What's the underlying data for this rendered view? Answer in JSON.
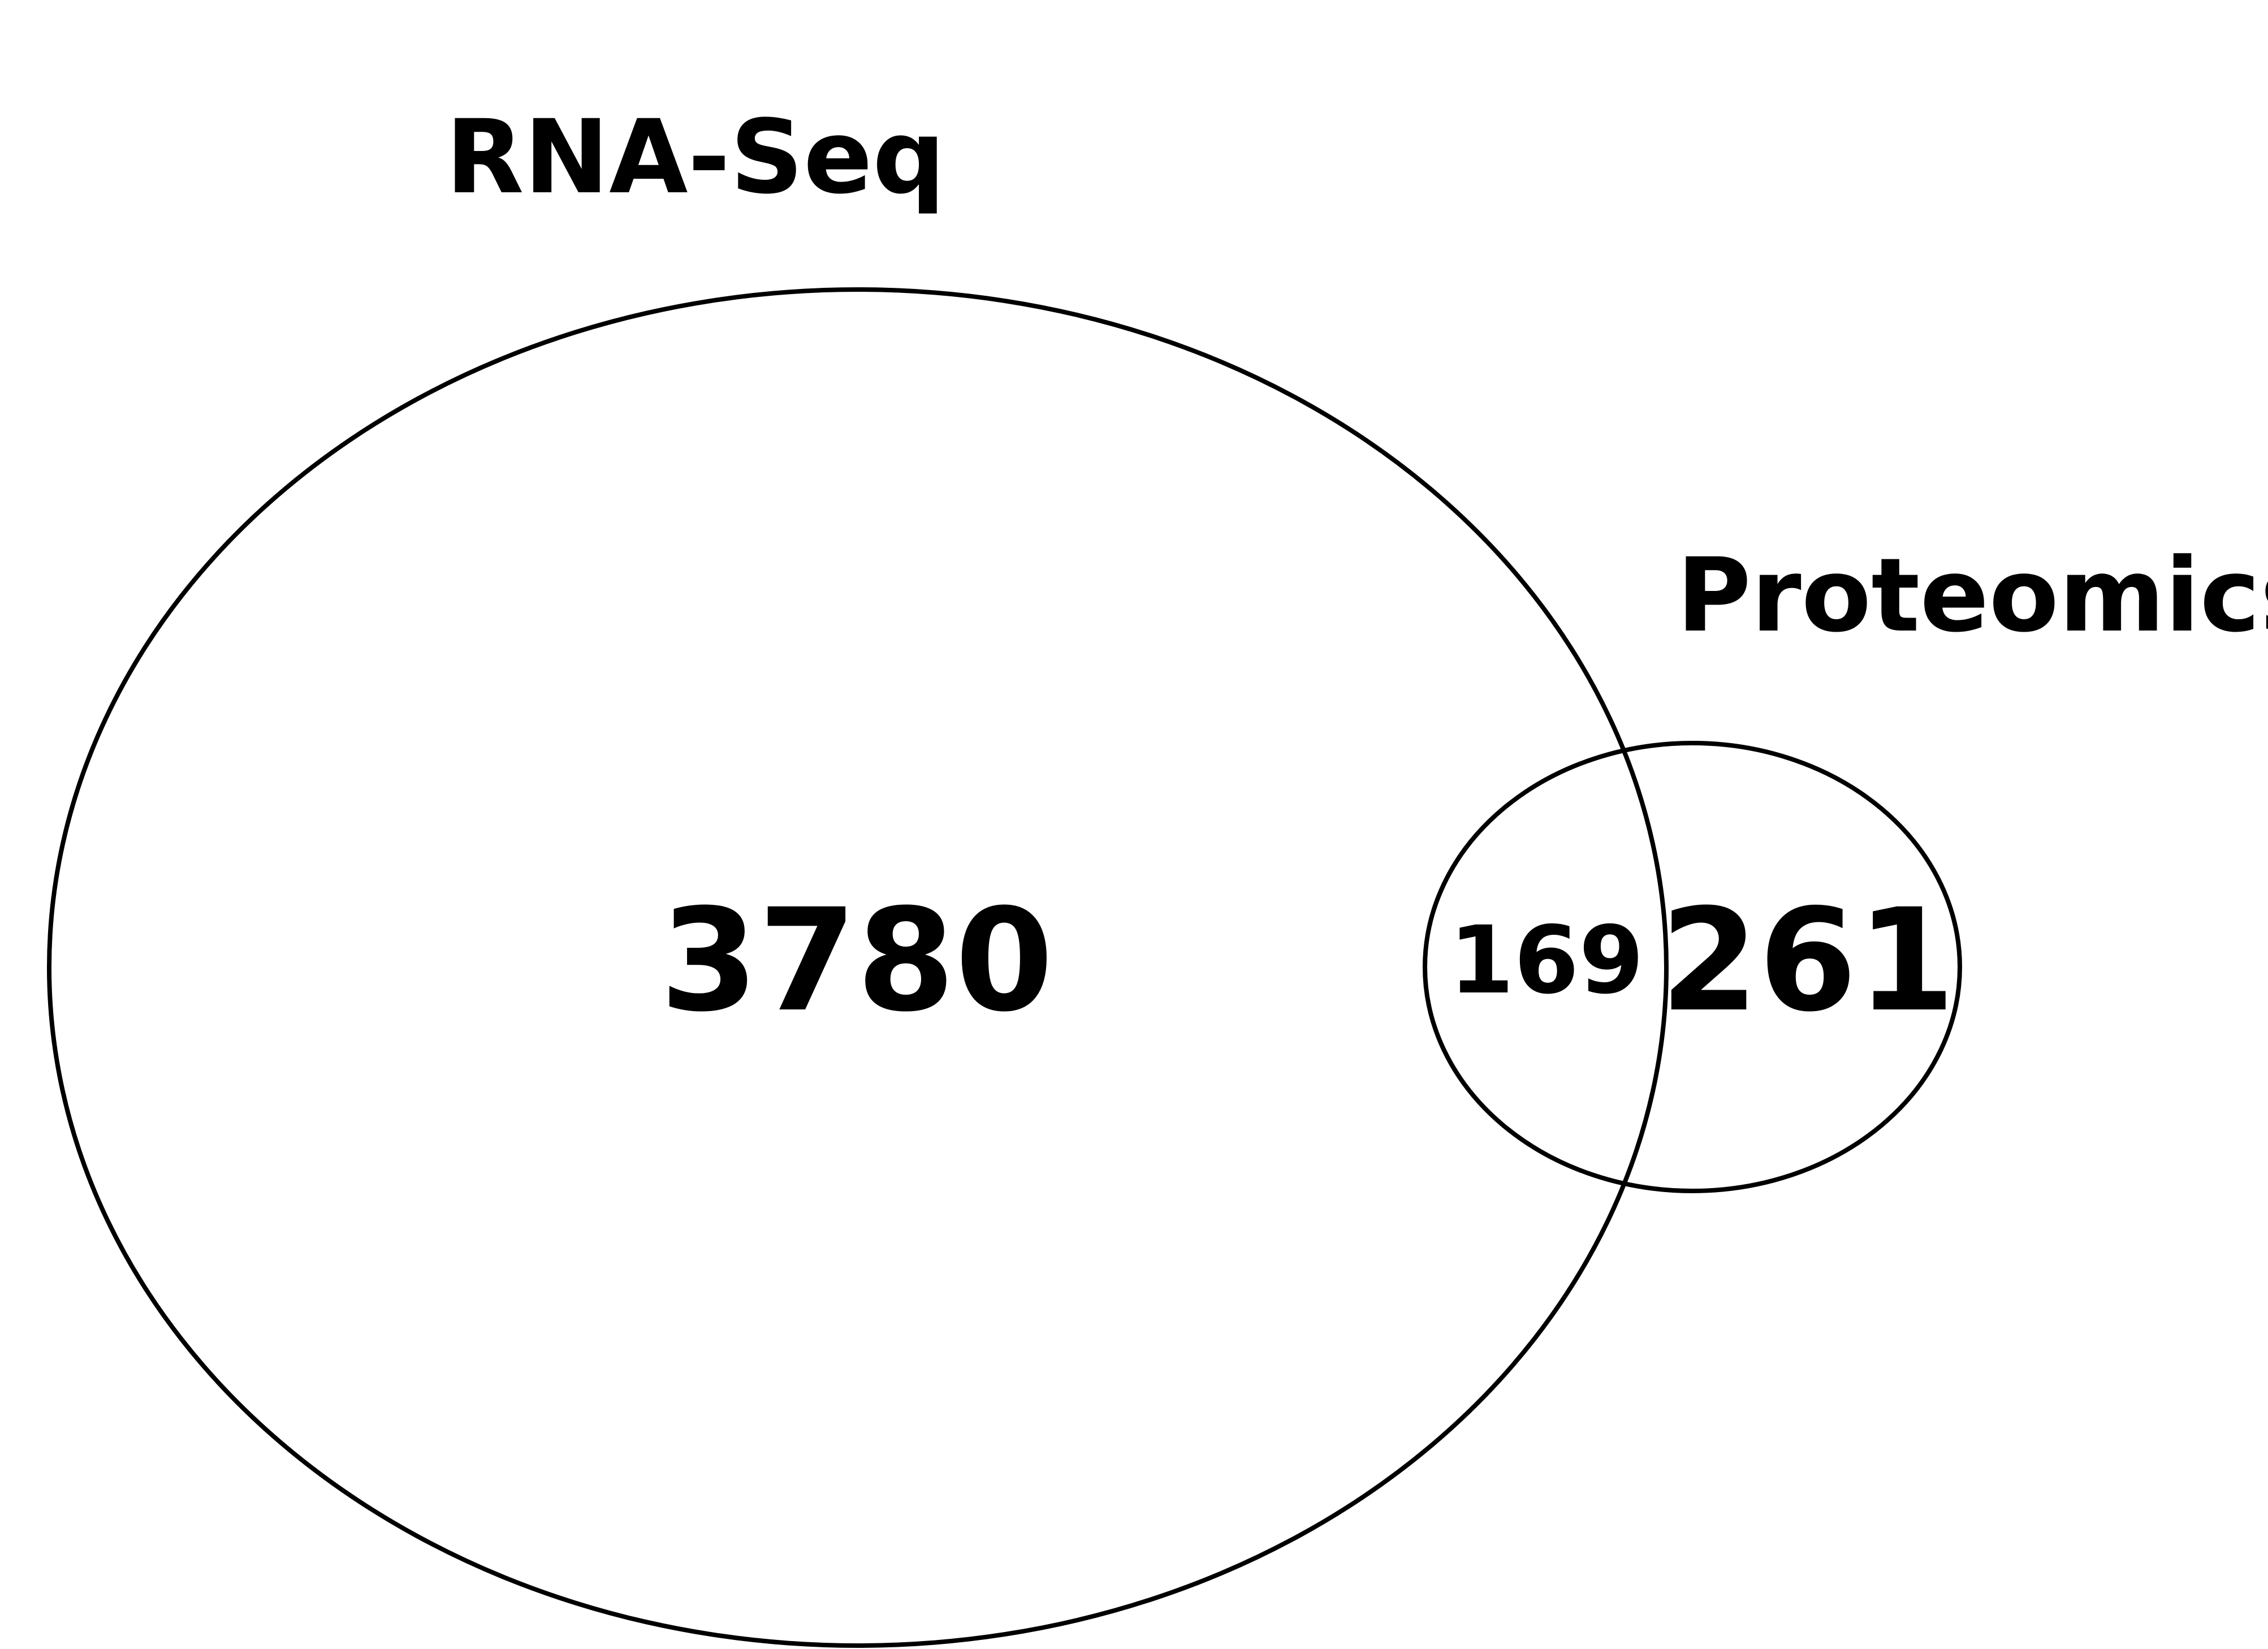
{
  "diagram": {
    "type": "venn",
    "stroke_color": "#000000",
    "background": "#ffffff",
    "sets": [
      {
        "id": "rna_seq",
        "label": "RNA-Seq"
      },
      {
        "id": "proteomics",
        "label": "Proteomics"
      }
    ],
    "regions": {
      "rna_seq_only": "3780",
      "overlap": "169",
      "proteomics_only": "261"
    }
  }
}
